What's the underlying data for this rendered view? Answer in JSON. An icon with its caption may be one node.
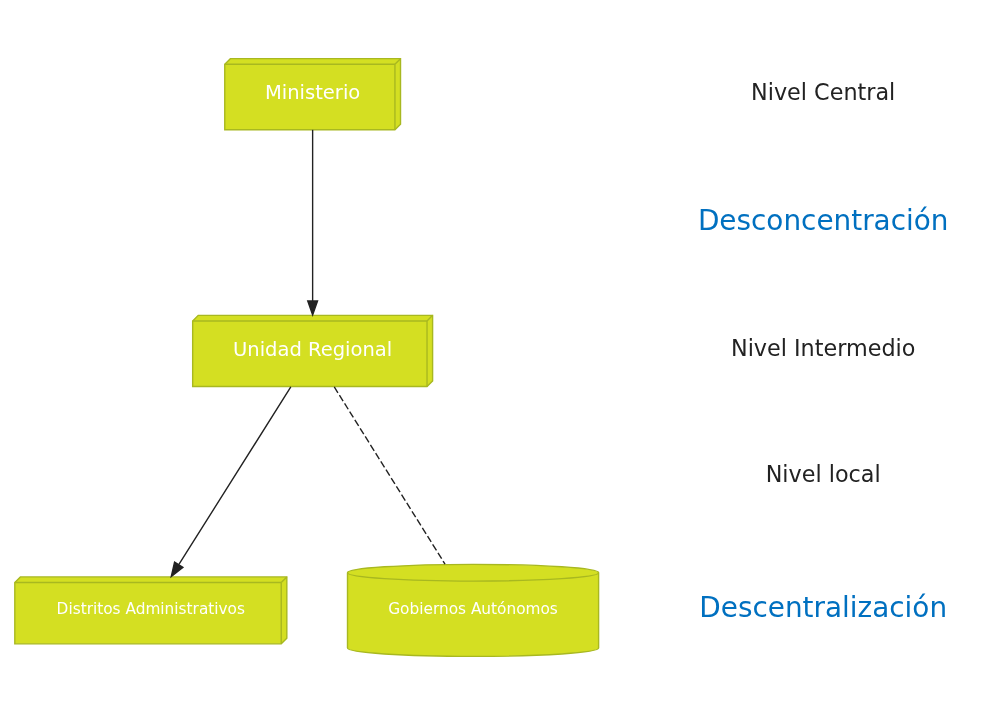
{
  "diagram": {
    "nodes": [
      {
        "text": [
          "Ministerio"
        ]
      },
      {
        "text": [
          "Unidad Regional"
        ]
      },
      {
        "text": [
          "Distritos Administrativos"
        ]
      },
      {
        "text": [
          "Gobiernos Autónomos"
        ]
      }
    ],
    "edges": [
      {
        "from": 0,
        "to": 1,
        "arrow": "to"
      },
      {
        "from": 1,
        "to": 2,
        "arrow": "to"
      },
      {
        "from": 1,
        "to": 3,
        "arrow": "none",
        "style": "dashed"
      }
    ],
    "labels": [
      "Nivel Central",
      "Desconcentración",
      "Nivel Intermedio",
      "Nivel local",
      "Descentralización"
    ]
  }
}
